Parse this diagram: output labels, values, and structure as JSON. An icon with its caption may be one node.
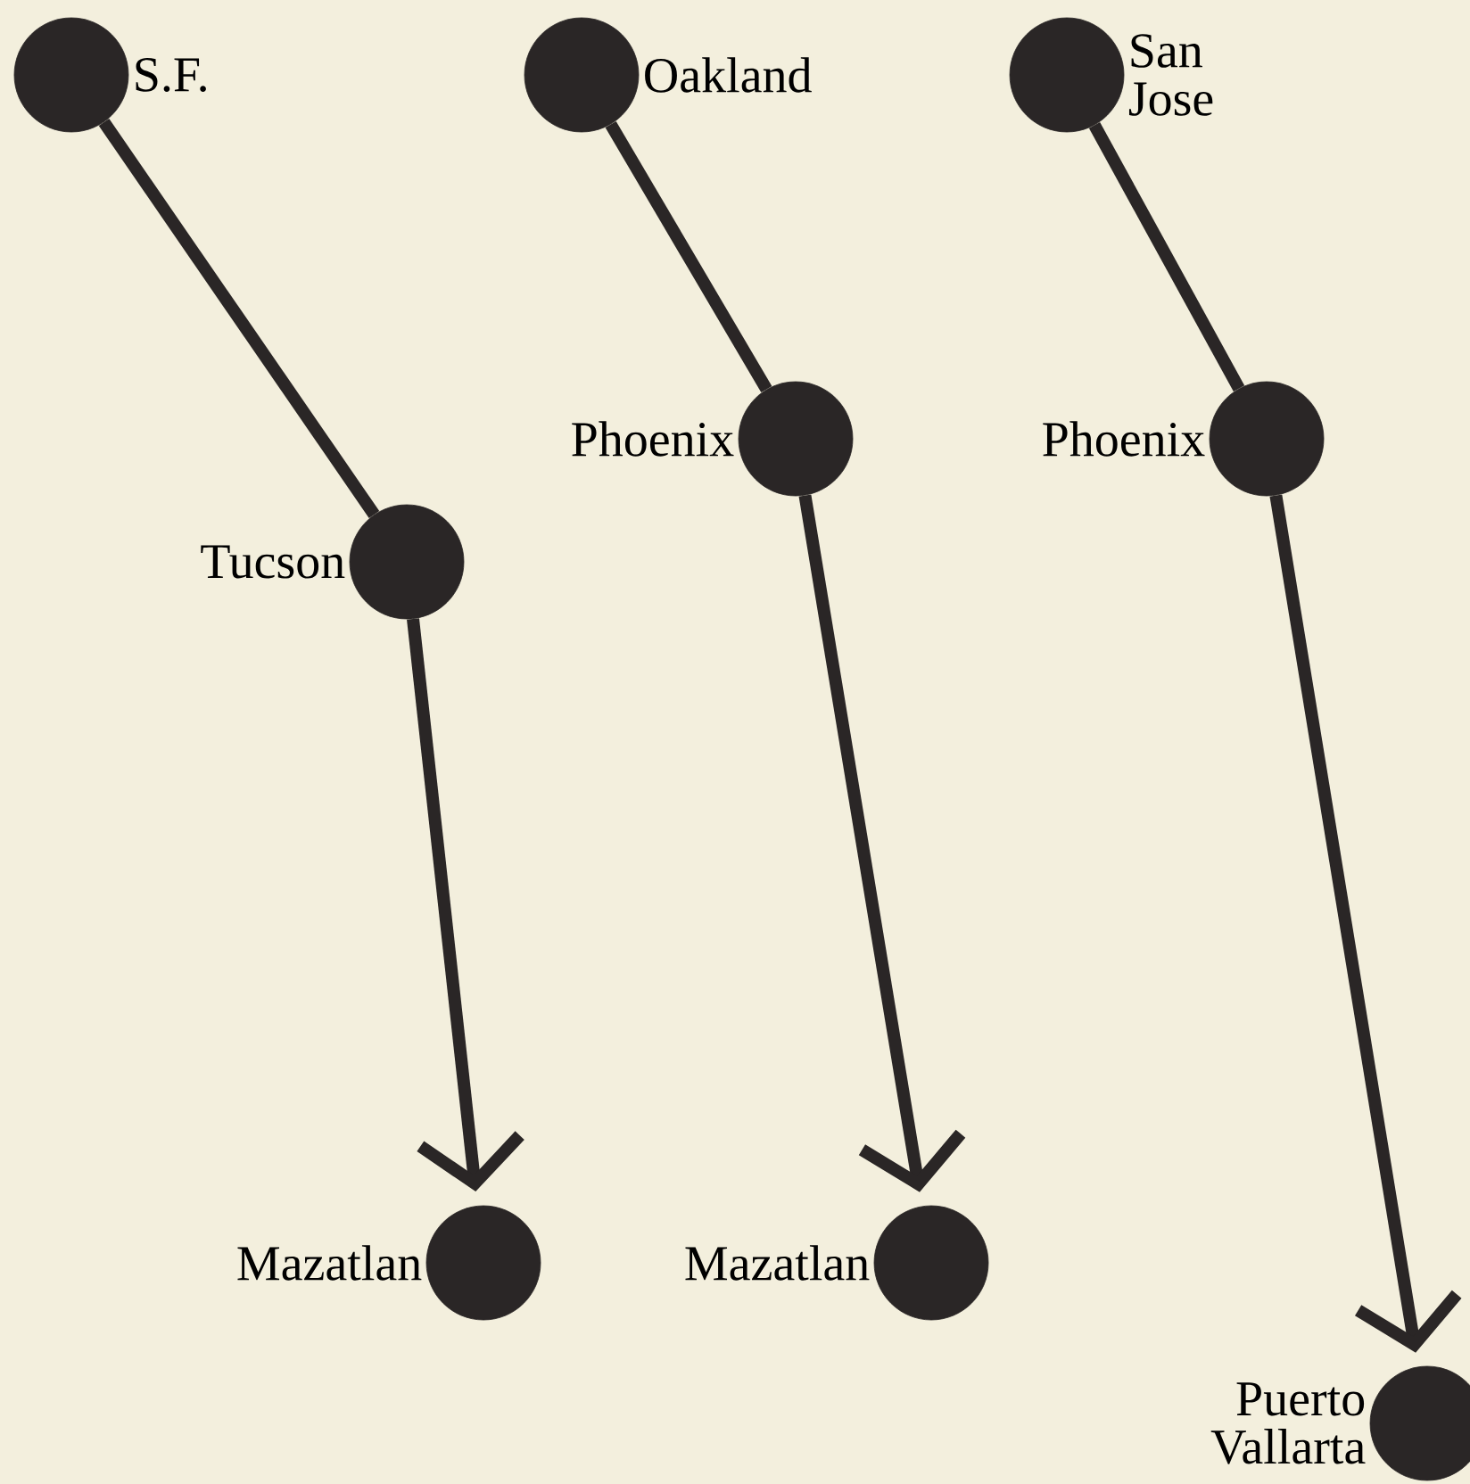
{
  "diagram": {
    "nodes": [
      {
        "text": [],
        "shape": "circle",
        "beside": [
          "S.F."
        ]
      },
      {
        "text": [],
        "shape": "circle",
        "beside": [
          "Tucson"
        ]
      },
      {
        "text": [],
        "shape": "circle",
        "beside": [
          "Mazatlan"
        ]
      },
      {
        "text": [],
        "shape": "circle",
        "beside": [
          "Oakland"
        ]
      },
      {
        "text": [],
        "shape": "circle",
        "beside": [
          "Phoenix"
        ]
      },
      {
        "text": [],
        "shape": "circle",
        "beside": [
          "Mazatlan"
        ]
      },
      {
        "text": [],
        "shape": "circle",
        "beside": [
          "San Jose"
        ]
      },
      {
        "text": [],
        "shape": "circle",
        "beside": [
          "Phoenix"
        ]
      },
      {
        "text": [],
        "shape": "circle",
        "beside": [
          "Puerto Vallarta"
        ]
      }
    ],
    "edges": [
      {
        "from": 0,
        "to": 1,
        "arrow": "none"
      },
      {
        "from": 1,
        "to": 2,
        "arrow": "to"
      },
      {
        "from": 3,
        "to": 4,
        "arrow": "none"
      },
      {
        "from": 4,
        "to": 5,
        "arrow": "to"
      },
      {
        "from": 6,
        "to": 7,
        "arrow": "none"
      },
      {
        "from": 7,
        "to": 8,
        "arrow": "to"
      }
    ]
  }
}
